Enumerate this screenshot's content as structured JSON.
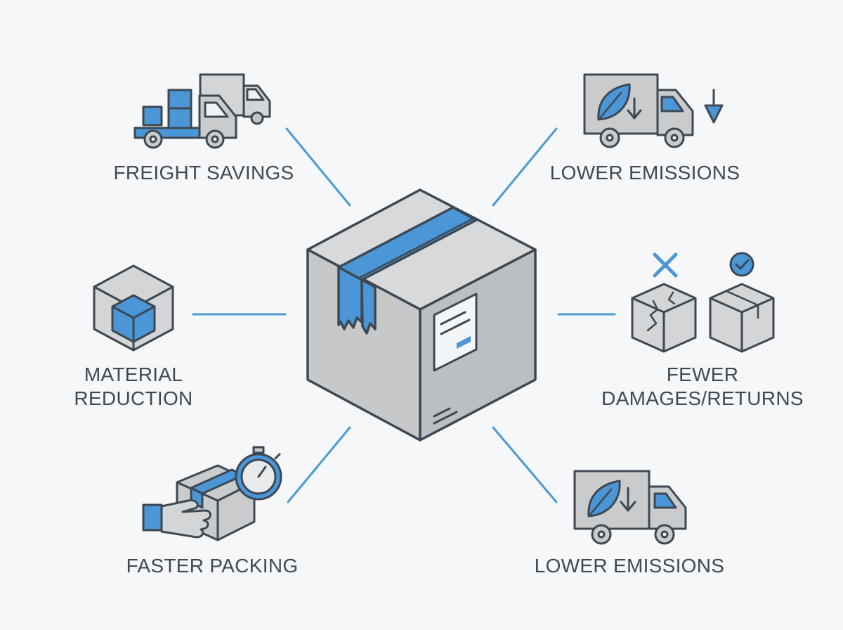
{
  "colors": {
    "background": "#f6f7f8",
    "stroke": "#3d4853",
    "gray_fill": "#c9cbcd",
    "gray_light": "#d5d7d9",
    "accent_blue": "#4a96d6",
    "connector_blue": "#4a9ad6",
    "label_text": "#3d4a55"
  },
  "center": {
    "icon": "cardboard-box-icon"
  },
  "benefits": [
    {
      "id": "freight-savings",
      "icon": "truck-freight-icon",
      "label_lines": [
        "FREIGHT SAVINGS"
      ]
    },
    {
      "id": "lower-emissions-top",
      "icon": "eco-truck-icon",
      "label_lines": [
        "LOWER EMISSIONS"
      ]
    },
    {
      "id": "material-reduction",
      "icon": "nested-cube-icon",
      "label_lines": [
        "MATERIAL",
        "REDUCTION"
      ]
    },
    {
      "id": "fewer-damages-returns",
      "icon": "damaged-vs-intact-box-icon",
      "label_lines": [
        "FEWER",
        "DAMAGES/RETURNS"
      ]
    },
    {
      "id": "faster-packing",
      "icon": "hand-box-stopwatch-icon",
      "label_lines": [
        "FASTER PACKING"
      ]
    },
    {
      "id": "lower-emissions-bottom",
      "icon": "eco-truck-icon",
      "label_lines": [
        "LOWER EMISSIONS"
      ]
    }
  ]
}
